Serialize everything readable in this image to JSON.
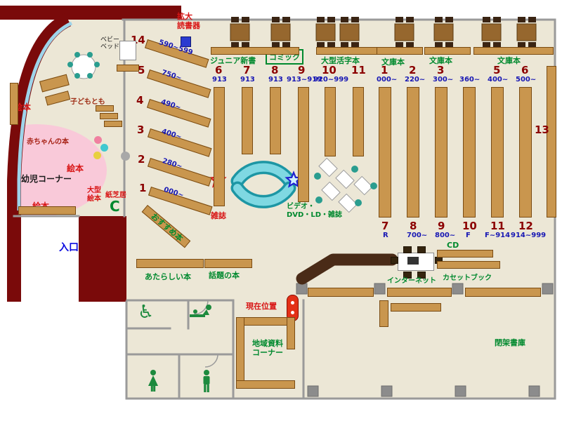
{
  "colors": {
    "wall_band": "#7a0a0a",
    "floor": "#ece7d6",
    "shelf": "#c9964e",
    "label_green": "#00892e",
    "label_red": "#d81414",
    "number_darkred": "#8b0000",
    "code_blue": "#1818b4",
    "entrance_blue": "#0a0ae0",
    "kids_pink": "#f9c9d9",
    "bench_teal": "#2fa9b6"
  },
  "top": {
    "magnifier_label": "拡大\n読書器",
    "sections": [
      {
        "label": "ジュニア新書"
      },
      {
        "label": "コミック"
      },
      {
        "label": "大型活字本"
      },
      {
        "label": "文庫本"
      },
      {
        "label": "文庫本"
      },
      {
        "label": "文庫本"
      }
    ]
  },
  "left_stacks": [
    {
      "num": "14",
      "range": "590~599"
    },
    {
      "num": "5",
      "range": "750~"
    },
    {
      "num": "4",
      "range": "490~"
    },
    {
      "num": "3",
      "range": "400~"
    },
    {
      "num": "2",
      "range": "280~"
    },
    {
      "num": "1",
      "range": "000~"
    }
  ],
  "center_stacks": [
    {
      "num": "6",
      "code": "913"
    },
    {
      "num": "7",
      "code": "913"
    },
    {
      "num": "8",
      "code": "913"
    },
    {
      "num": "9",
      "code": "913~919"
    },
    {
      "num": "10",
      "code": "920~999"
    },
    {
      "num": "11",
      "code": ""
    }
  ],
  "right_stacks_top": [
    {
      "num": "1",
      "code": "000~"
    },
    {
      "num": "2",
      "code": "220~"
    },
    {
      "num": "3",
      "code": "300~"
    },
    {
      "num": "",
      "code": "360~"
    },
    {
      "num": "5",
      "code": "400~"
    },
    {
      "num": "6",
      "code": "500~"
    }
  ],
  "right_stacks_bottom": [
    {
      "num": "7",
      "code": "R"
    },
    {
      "num": "8",
      "code": "700~"
    },
    {
      "num": "9",
      "code": "800~"
    },
    {
      "num": "10",
      "code": "F"
    },
    {
      "num": "11",
      "code": "F~914"
    },
    {
      "num": "12",
      "code": "914~999"
    }
  ],
  "right_wall_number": "13",
  "areas": {
    "magazines": "雑誌",
    "video": "ビデオ・\nDVD・LD・雑誌",
    "recommended": "おすすめ本",
    "new_books": "あたらしい本",
    "topical_books": "話題の本",
    "current_location": "現在位置",
    "internet": "インターネット",
    "cd": "CD",
    "cassette": "カセットブック",
    "local_materials": "地域資料\nコーナー",
    "closed_stacks": "閉架書庫",
    "entrance": "入口"
  },
  "children_corner": {
    "title": "幼児コーナー",
    "baby_books": "赤ちゃんの本",
    "kodomo_no_tomo": "子どもとも",
    "picture_books_1": "絵本",
    "picture_books_2": "絵本",
    "picture_books_3": "絵本",
    "large_picture_books": "大型\n絵本",
    "kamishibai": "紙芝居",
    "baby_bed": "ベビー\nベッド",
    "c_mark": "C"
  },
  "icons": {
    "wheelchair": "♿"
  }
}
